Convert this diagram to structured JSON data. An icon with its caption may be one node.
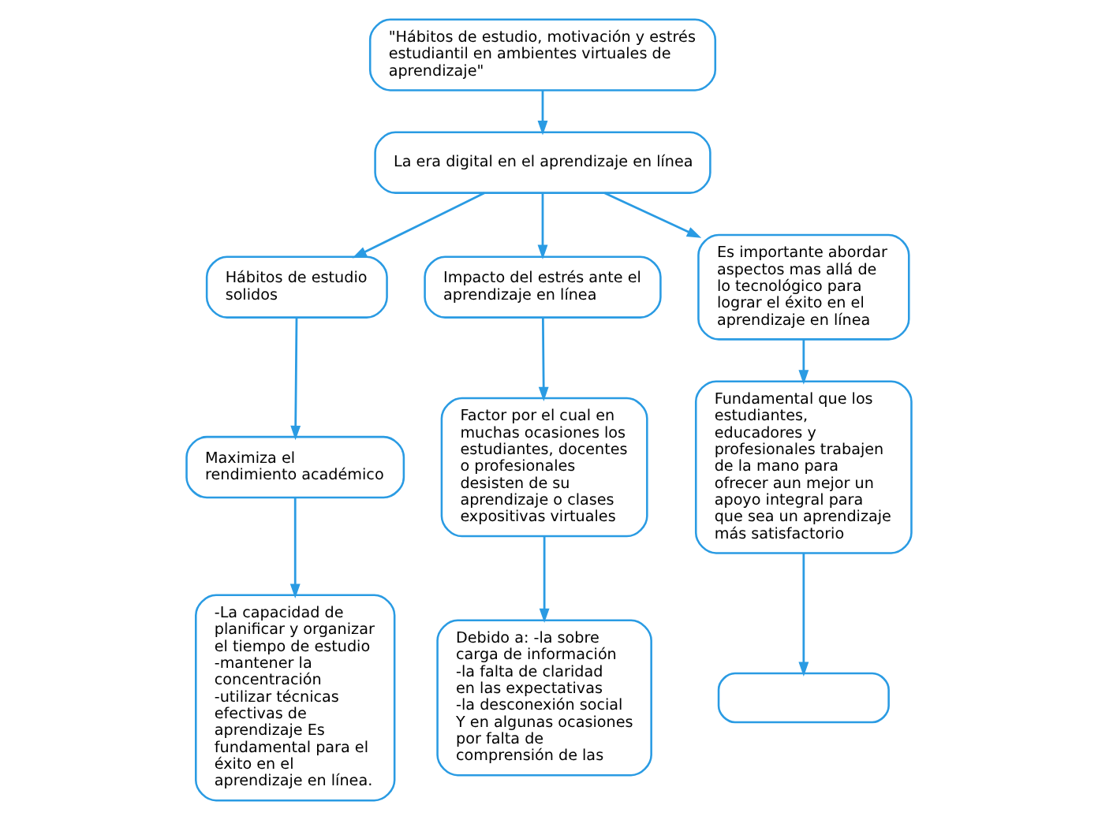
{
  "diagram": {
    "nodes": [
      {
        "text": [
          "\"Hábitos de estudio, motivación y estrés estudiantil en ambientes virtuales de aprendizaje\""
        ]
      },
      {
        "text": [
          "La era digital en el aprendizaje en línea"
        ]
      },
      {
        "text": [
          "Hábitos de estudio solidos"
        ]
      },
      {
        "text": [
          "Impacto del estrés ante el aprendizaje en línea"
        ]
      },
      {
        "text": [
          "Es importante abordar aspectos mas allá de lo tecnológico para lograr el éxito en el aprendizaje en línea"
        ]
      },
      {
        "text": [
          "Maximiza el rendimiento académico"
        ]
      },
      {
        "text": [
          "-La capacidad de planificar y organizar el tiempo de estudio -mantener la concentración -utilizar técnicas efectivas de aprendizaje Es fundamental para el éxito en el aprendizaje en línea."
        ]
      },
      {
        "text": [
          "Factor por el cual en muchas ocasiones los estudiantes, docentes o profesionales desisten de su aprendizaje o clases expositivas virtuales"
        ]
      },
      {
        "text": [
          "Debido a: -la sobre carga de información -la falta de claridad en las expectativas -la desconexión social Y en algunas ocasiones por falta de comprensión de las"
        ]
      },
      {
        "text": [
          "Fundamental que los estudiantes, educadores y profesionales trabajen de la mano para ofrecer aun mejor un apoyo integral para que sea un aprendizaje más satisfactorio"
        ]
      },
      {
        "text": [],
        "shape": "box"
      }
    ],
    "edges": [
      {
        "from": 0,
        "to": 1,
        "arrow": "to"
      },
      {
        "from": 1,
        "to": 2,
        "arrow": "to"
      },
      {
        "from": 1,
        "to": 3,
        "arrow": "to"
      },
      {
        "from": 1,
        "to": 4,
        "arrow": "to"
      },
      {
        "from": 2,
        "to": 5,
        "arrow": "to"
      },
      {
        "from": 5,
        "to": 6,
        "arrow": "to"
      },
      {
        "from": 3,
        "to": 7,
        "arrow": "to"
      },
      {
        "from": 7,
        "to": 8,
        "arrow": "to"
      },
      {
        "from": 4,
        "to": 9,
        "arrow": "to"
      },
      {
        "from": 9,
        "to": 10,
        "arrow": "to"
      }
    ]
  }
}
